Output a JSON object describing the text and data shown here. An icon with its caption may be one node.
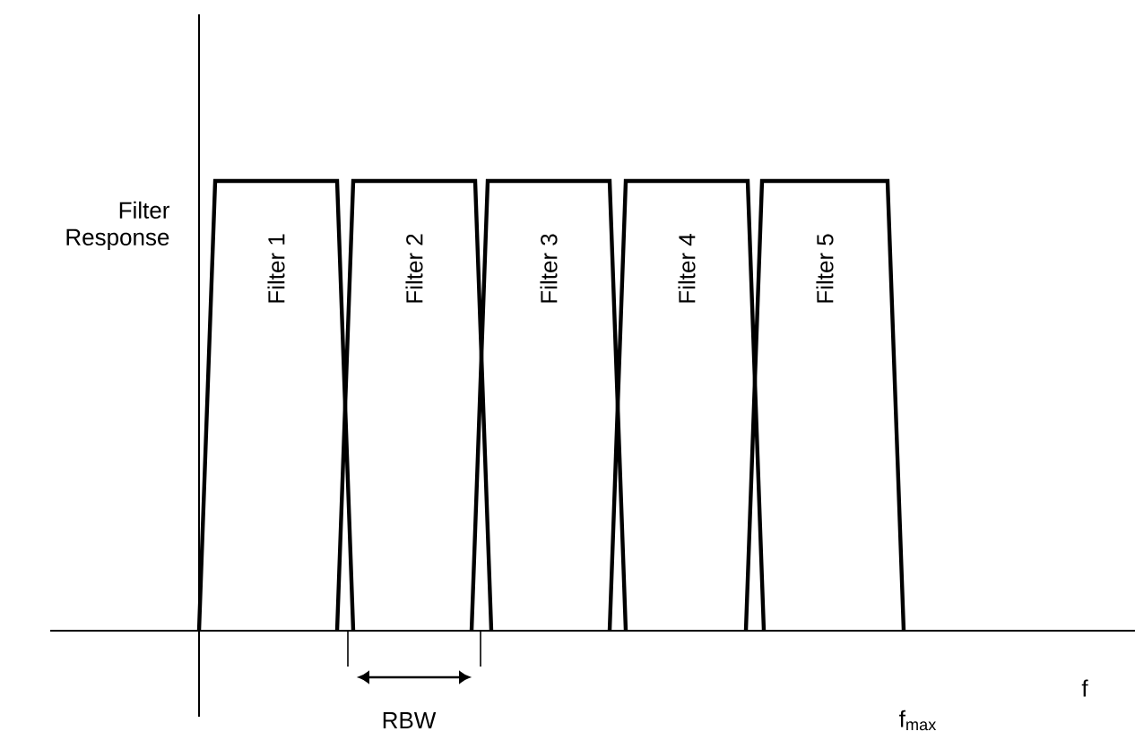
{
  "diagram": {
    "nodes": [
      {
        "text": [
          "Filter 1"
        ]
      },
      {
        "text": [
          "Filter 2"
        ]
      },
      {
        "text": [
          "Filter 3"
        ]
      },
      {
        "text": [
          "Filter 4"
        ]
      },
      {
        "text": [
          "Filter 5"
        ]
      }
    ],
    "labels": [
      "Filter Response",
      "RBW",
      "f$_{max}$",
      "f"
    ]
  }
}
